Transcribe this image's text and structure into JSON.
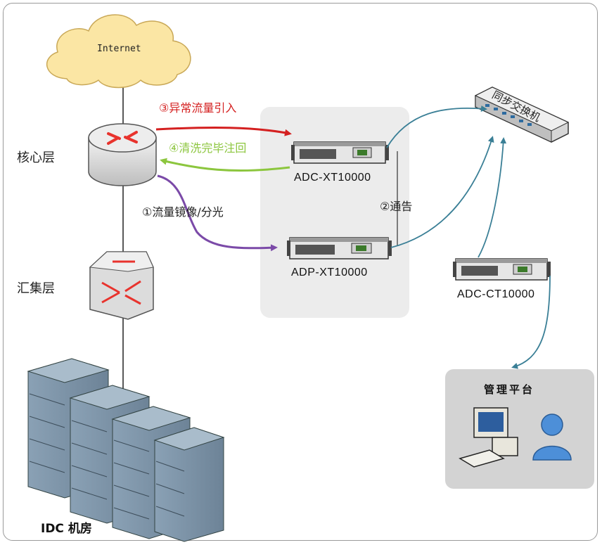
{
  "nodes": {
    "internet": "Internet",
    "core_layer": "核心层",
    "aggregation_layer": "汇集层",
    "idc": "IDC 机房",
    "adc_xt": "ADC-XT10000",
    "adp_xt": "ADP-XT10000",
    "adc_ct": "ADC-CT10000",
    "sync_switch": "同步交换机",
    "mgmt_platform": "管理平台"
  },
  "flows": {
    "step1": "①流量镜像/分光",
    "step2": "②通告",
    "step3": "③异常流量引入",
    "step4": "④清洗完毕注回"
  },
  "colors": {
    "step1": "#7b4aa8",
    "step3": "#d42020",
    "step4": "#8cc63e",
    "link": "#3a7f96",
    "cloud": "#fbe6a4"
  }
}
